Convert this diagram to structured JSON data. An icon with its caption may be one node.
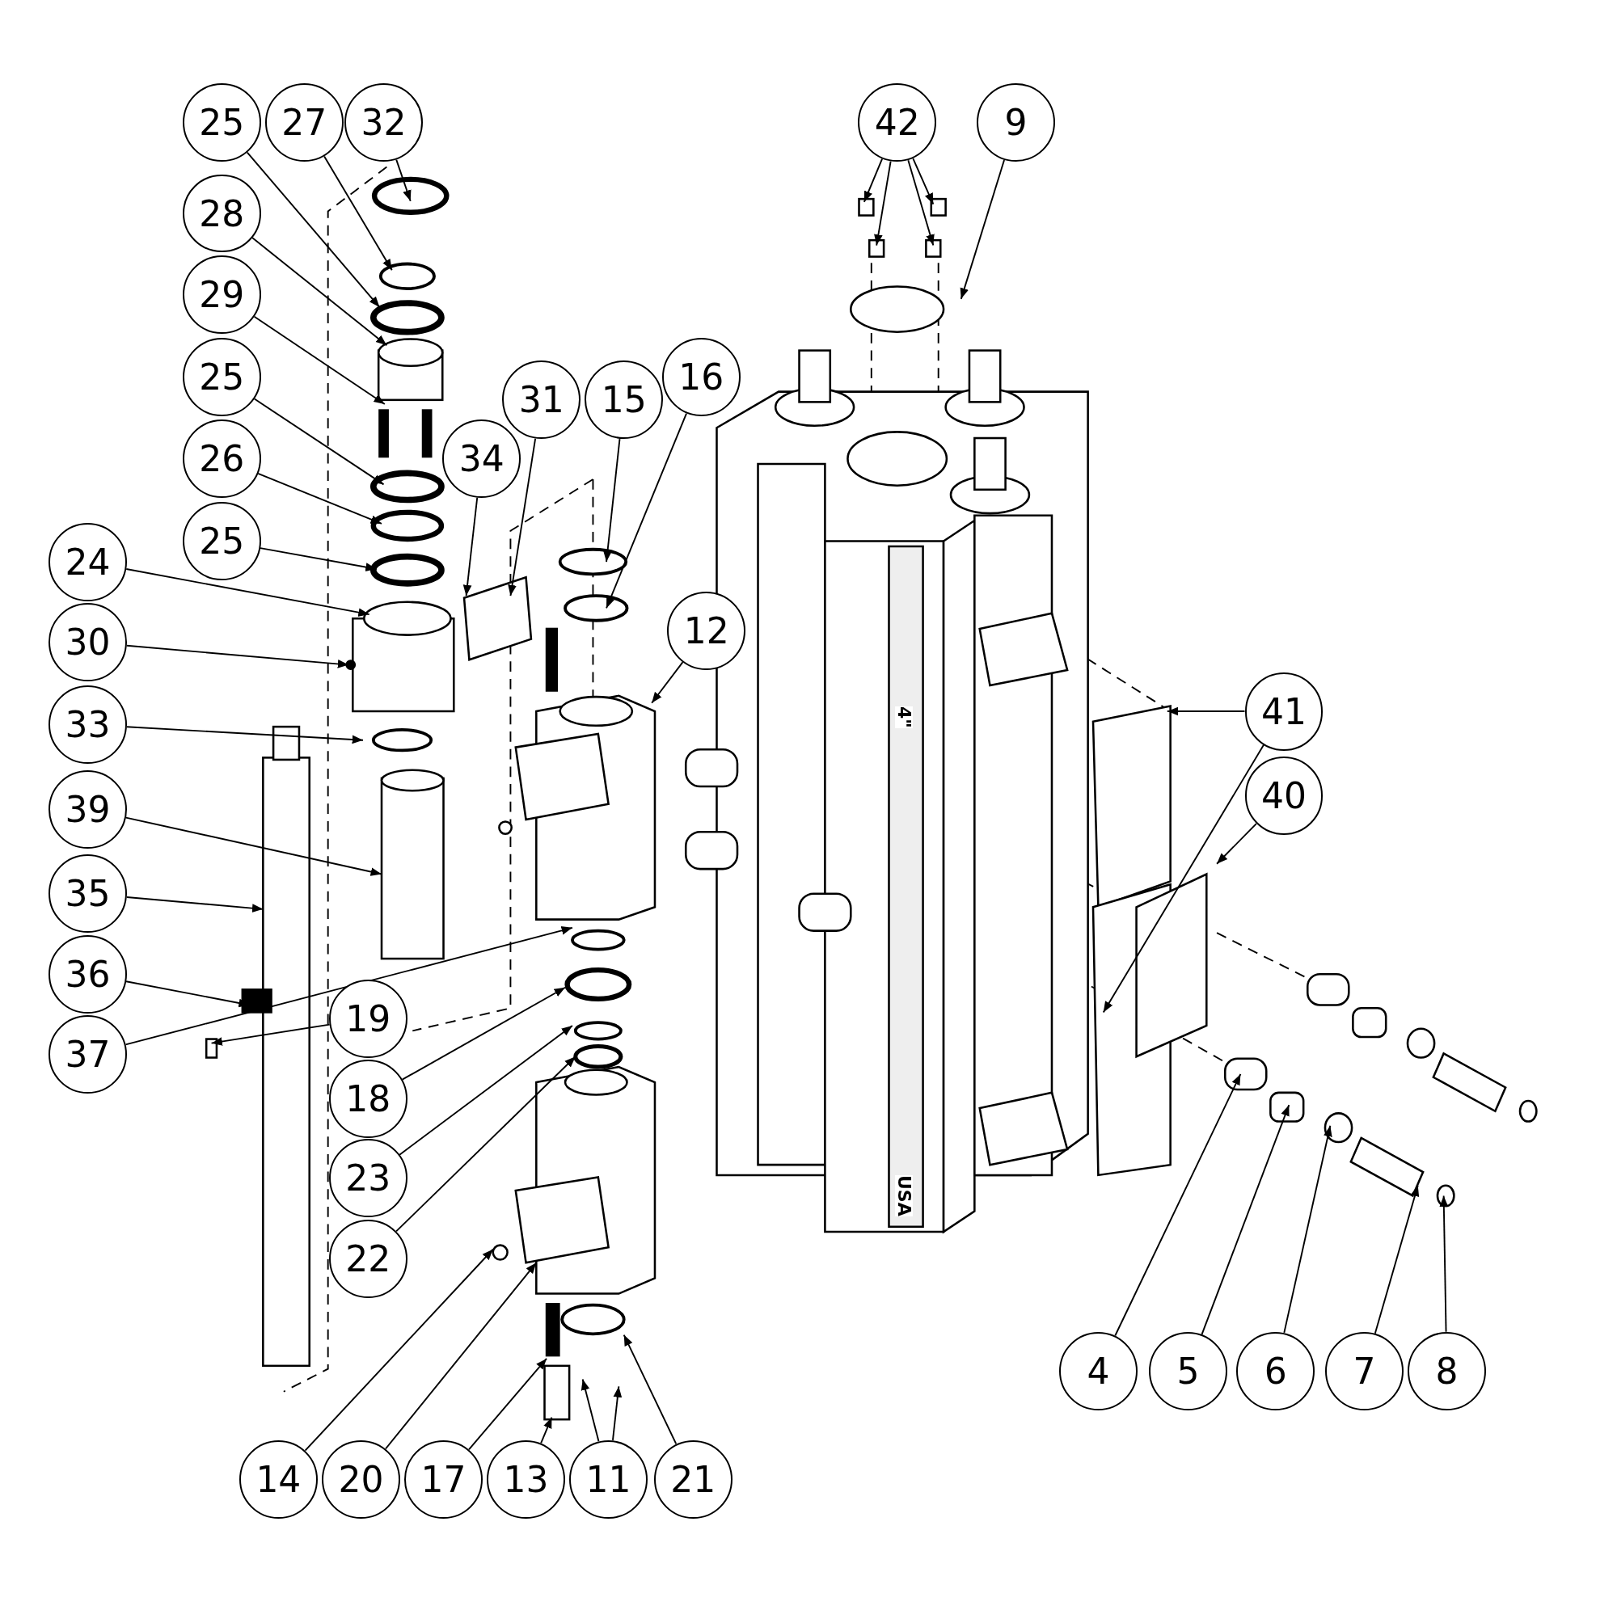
{
  "diagram": {
    "nodes": [
      {
        "text": [
          "25"
        ]
      },
      {
        "text": [
          "27"
        ]
      },
      {
        "text": [
          "32"
        ]
      },
      {
        "text": [
          "42"
        ]
      },
      {
        "text": [
          "9"
        ]
      },
      {
        "text": [
          "28"
        ]
      },
      {
        "text": [
          "29"
        ]
      },
      {
        "text": [
          "25"
        ]
      },
      {
        "text": [
          "16"
        ]
      },
      {
        "text": [
          "31"
        ]
      },
      {
        "text": [
          "15"
        ]
      },
      {
        "text": [
          "26"
        ]
      },
      {
        "text": [
          "34"
        ]
      },
      {
        "text": [
          "25"
        ]
      },
      {
        "text": [
          "24"
        ]
      },
      {
        "text": [
          "12"
        ]
      },
      {
        "text": [
          "30"
        ]
      },
      {
        "text": [
          "41"
        ]
      },
      {
        "text": [
          "33"
        ]
      },
      {
        "text": [
          "40"
        ]
      },
      {
        "text": [
          "39"
        ]
      },
      {
        "text": [
          "35"
        ]
      },
      {
        "text": [
          "36"
        ]
      },
      {
        "text": [
          "19"
        ]
      },
      {
        "text": [
          "37"
        ]
      },
      {
        "text": [
          "18"
        ]
      },
      {
        "text": [
          "23"
        ]
      },
      {
        "text": [
          "22"
        ]
      },
      {
        "text": [
          "4"
        ]
      },
      {
        "text": [
          "5"
        ]
      },
      {
        "text": [
          "6"
        ]
      },
      {
        "text": [
          "7"
        ]
      },
      {
        "text": [
          "8"
        ]
      },
      {
        "text": [
          "14"
        ]
      },
      {
        "text": [
          "20"
        ]
      },
      {
        "text": [
          "17"
        ]
      },
      {
        "text": [
          "13"
        ]
      },
      {
        "text": [
          "11"
        ]
      },
      {
        "text": [
          "21"
        ]
      }
    ],
    "edges": [
      {
        "from": 0,
        "to": null,
        "arrow": "to"
      },
      {
        "from": 1,
        "to": null,
        "arrow": "to"
      },
      {
        "from": 2,
        "to": null,
        "arrow": "to"
      },
      {
        "from": 3,
        "to": null,
        "arrow": "to"
      },
      {
        "from": 3,
        "to": null,
        "arrow": "to"
      },
      {
        "from": 3,
        "to": null,
        "arrow": "to"
      },
      {
        "from": 3,
        "to": null,
        "arrow": "to"
      },
      {
        "from": 4,
        "to": null,
        "arrow": "to"
      },
      {
        "from": 5,
        "to": null,
        "arrow": "to"
      },
      {
        "from": 6,
        "to": null,
        "arrow": "to"
      },
      {
        "from": 7,
        "to": null,
        "arrow": "to"
      },
      {
        "from": 8,
        "to": null,
        "arrow": "to"
      },
      {
        "from": 9,
        "to": null,
        "arrow": "to"
      },
      {
        "from": 10,
        "to": null,
        "arrow": "to"
      },
      {
        "from": 11,
        "to": null,
        "arrow": "to"
      },
      {
        "from": 12,
        "to": null,
        "arrow": "to"
      },
      {
        "from": 13,
        "to": null,
        "arrow": "to"
      },
      {
        "from": 14,
        "to": null,
        "arrow": "to"
      },
      {
        "from": 15,
        "to": null,
        "arrow": "to"
      },
      {
        "from": 16,
        "to": null,
        "arrow": "to"
      },
      {
        "from": 17,
        "to": null,
        "arrow": "to"
      },
      {
        "from": 17,
        "to": null,
        "arrow": "to"
      },
      {
        "from": 18,
        "to": null,
        "arrow": "to"
      },
      {
        "from": 19,
        "to": null,
        "arrow": "to"
      },
      {
        "from": 20,
        "to": null,
        "arrow": "to"
      },
      {
        "from": 21,
        "to": null,
        "arrow": "to"
      },
      {
        "from": 22,
        "to": null,
        "arrow": "to"
      },
      {
        "from": 23,
        "to": null,
        "arrow": "to"
      },
      {
        "from": 24,
        "to": null,
        "arrow": "to"
      },
      {
        "from": 25,
        "to": null,
        "arrow": "to"
      },
      {
        "from": 26,
        "to": null,
        "arrow": "to"
      },
      {
        "from": 27,
        "to": null,
        "arrow": "to"
      },
      {
        "from": 28,
        "to": null,
        "arrow": "to"
      },
      {
        "from": 29,
        "to": null,
        "arrow": "to"
      },
      {
        "from": 30,
        "to": null,
        "arrow": "to"
      },
      {
        "from": 31,
        "to": null,
        "arrow": "to"
      },
      {
        "from": 32,
        "to": null,
        "arrow": "to"
      },
      {
        "from": 33,
        "to": null,
        "arrow": "to"
      },
      {
        "from": 34,
        "to": null,
        "arrow": "to"
      },
      {
        "from": 35,
        "to": null,
        "arrow": "to"
      },
      {
        "from": 36,
        "to": null,
        "arrow": "to"
      },
      {
        "from": 37,
        "to": null,
        "arrow": "to"
      },
      {
        "from": 37,
        "to": null,
        "arrow": "to"
      },
      {
        "from": 38,
        "to": null,
        "arrow": "to"
      }
    ],
    "labels": [
      "4\"",
      "USA"
    ]
  }
}
